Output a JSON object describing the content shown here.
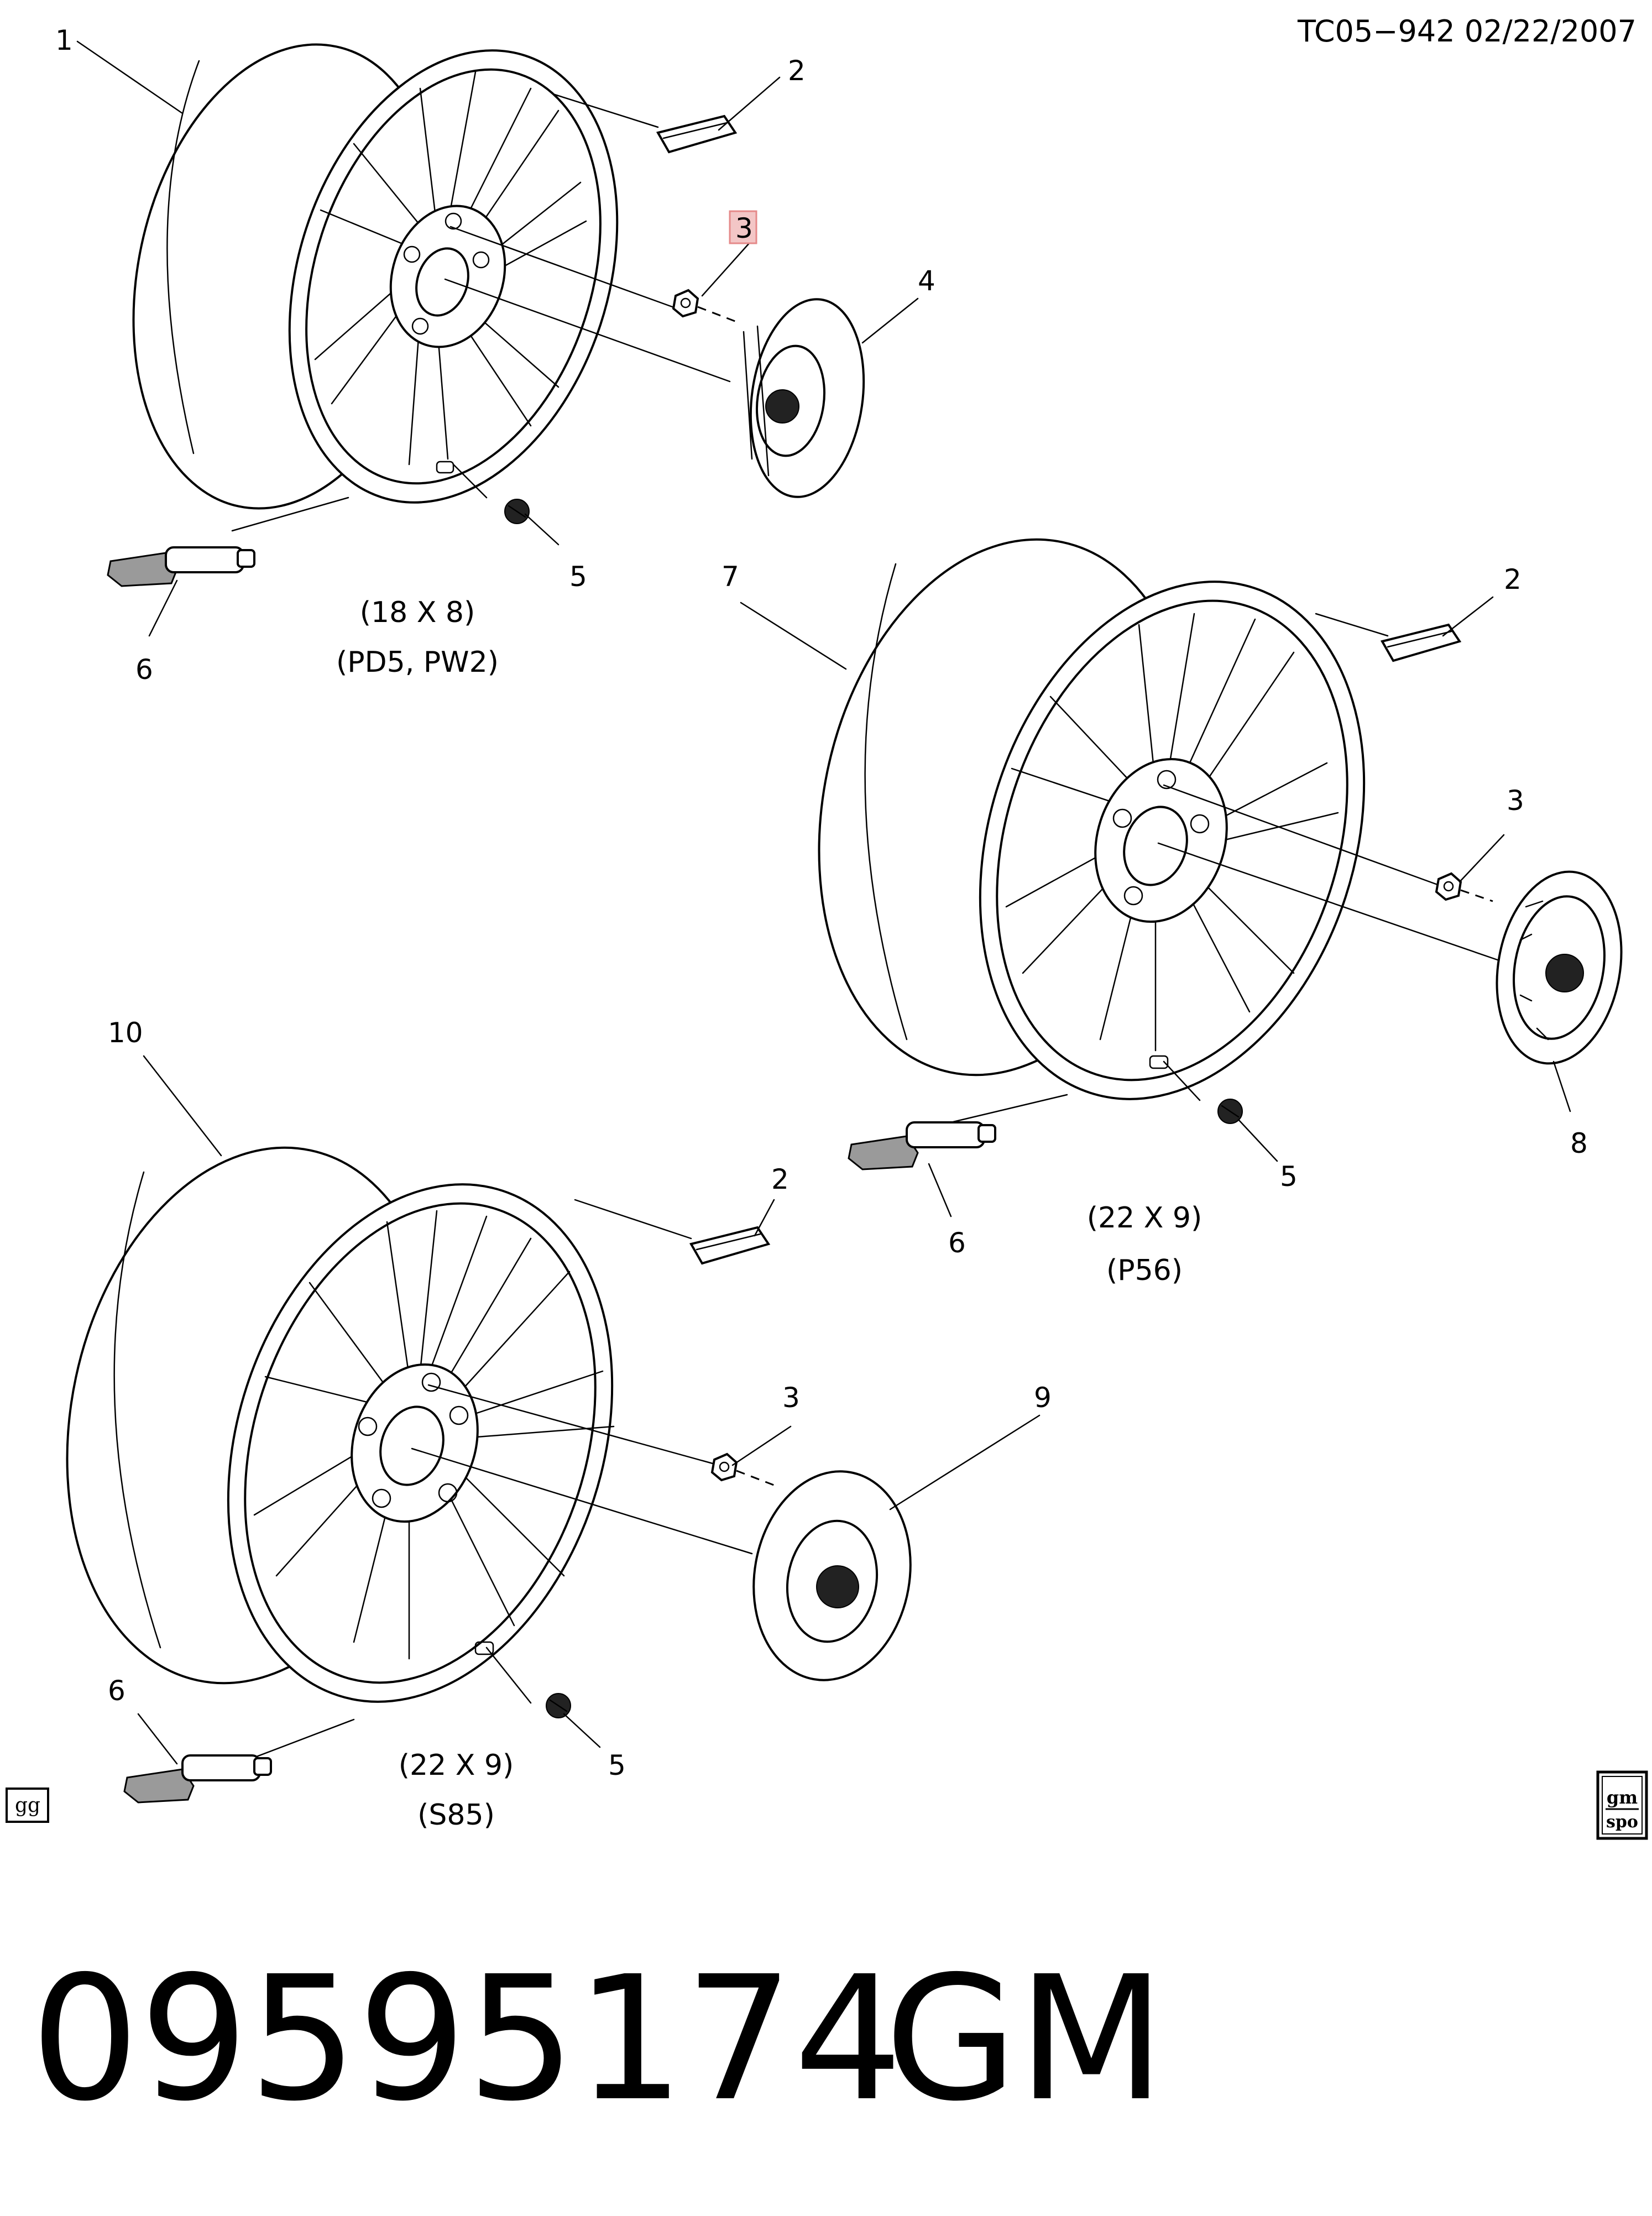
{
  "header": {
    "code": "TC05−942  02/22/2007"
  },
  "callouts": {
    "c1": "1",
    "c2a": "2",
    "c3a": "3",
    "c4": "4",
    "c5a": "5",
    "c6a": "6",
    "c7": "7",
    "c2b": "2",
    "c3b": "3",
    "c8": "8",
    "c5b": "5",
    "c6b": "6",
    "c10": "10",
    "c2c": "2",
    "c3c": "3",
    "c9": "9",
    "c5c": "5",
    "c6c": "6"
  },
  "captions": {
    "wheel1_size": "(18 X 8)",
    "wheel1_code": "(PD5, PW2)",
    "wheel2_size": "(22 X 9)",
    "wheel2_code": "(P56)",
    "wheel3_size": "(22 X 9)",
    "wheel3_code": "(S85)"
  },
  "badges": {
    "left": "gg",
    "right_top": "gm",
    "right_bottom": "spo"
  },
  "footer": {
    "part_number": "09595174",
    "brand": "GM"
  },
  "highlight_color": "#e58a8a"
}
